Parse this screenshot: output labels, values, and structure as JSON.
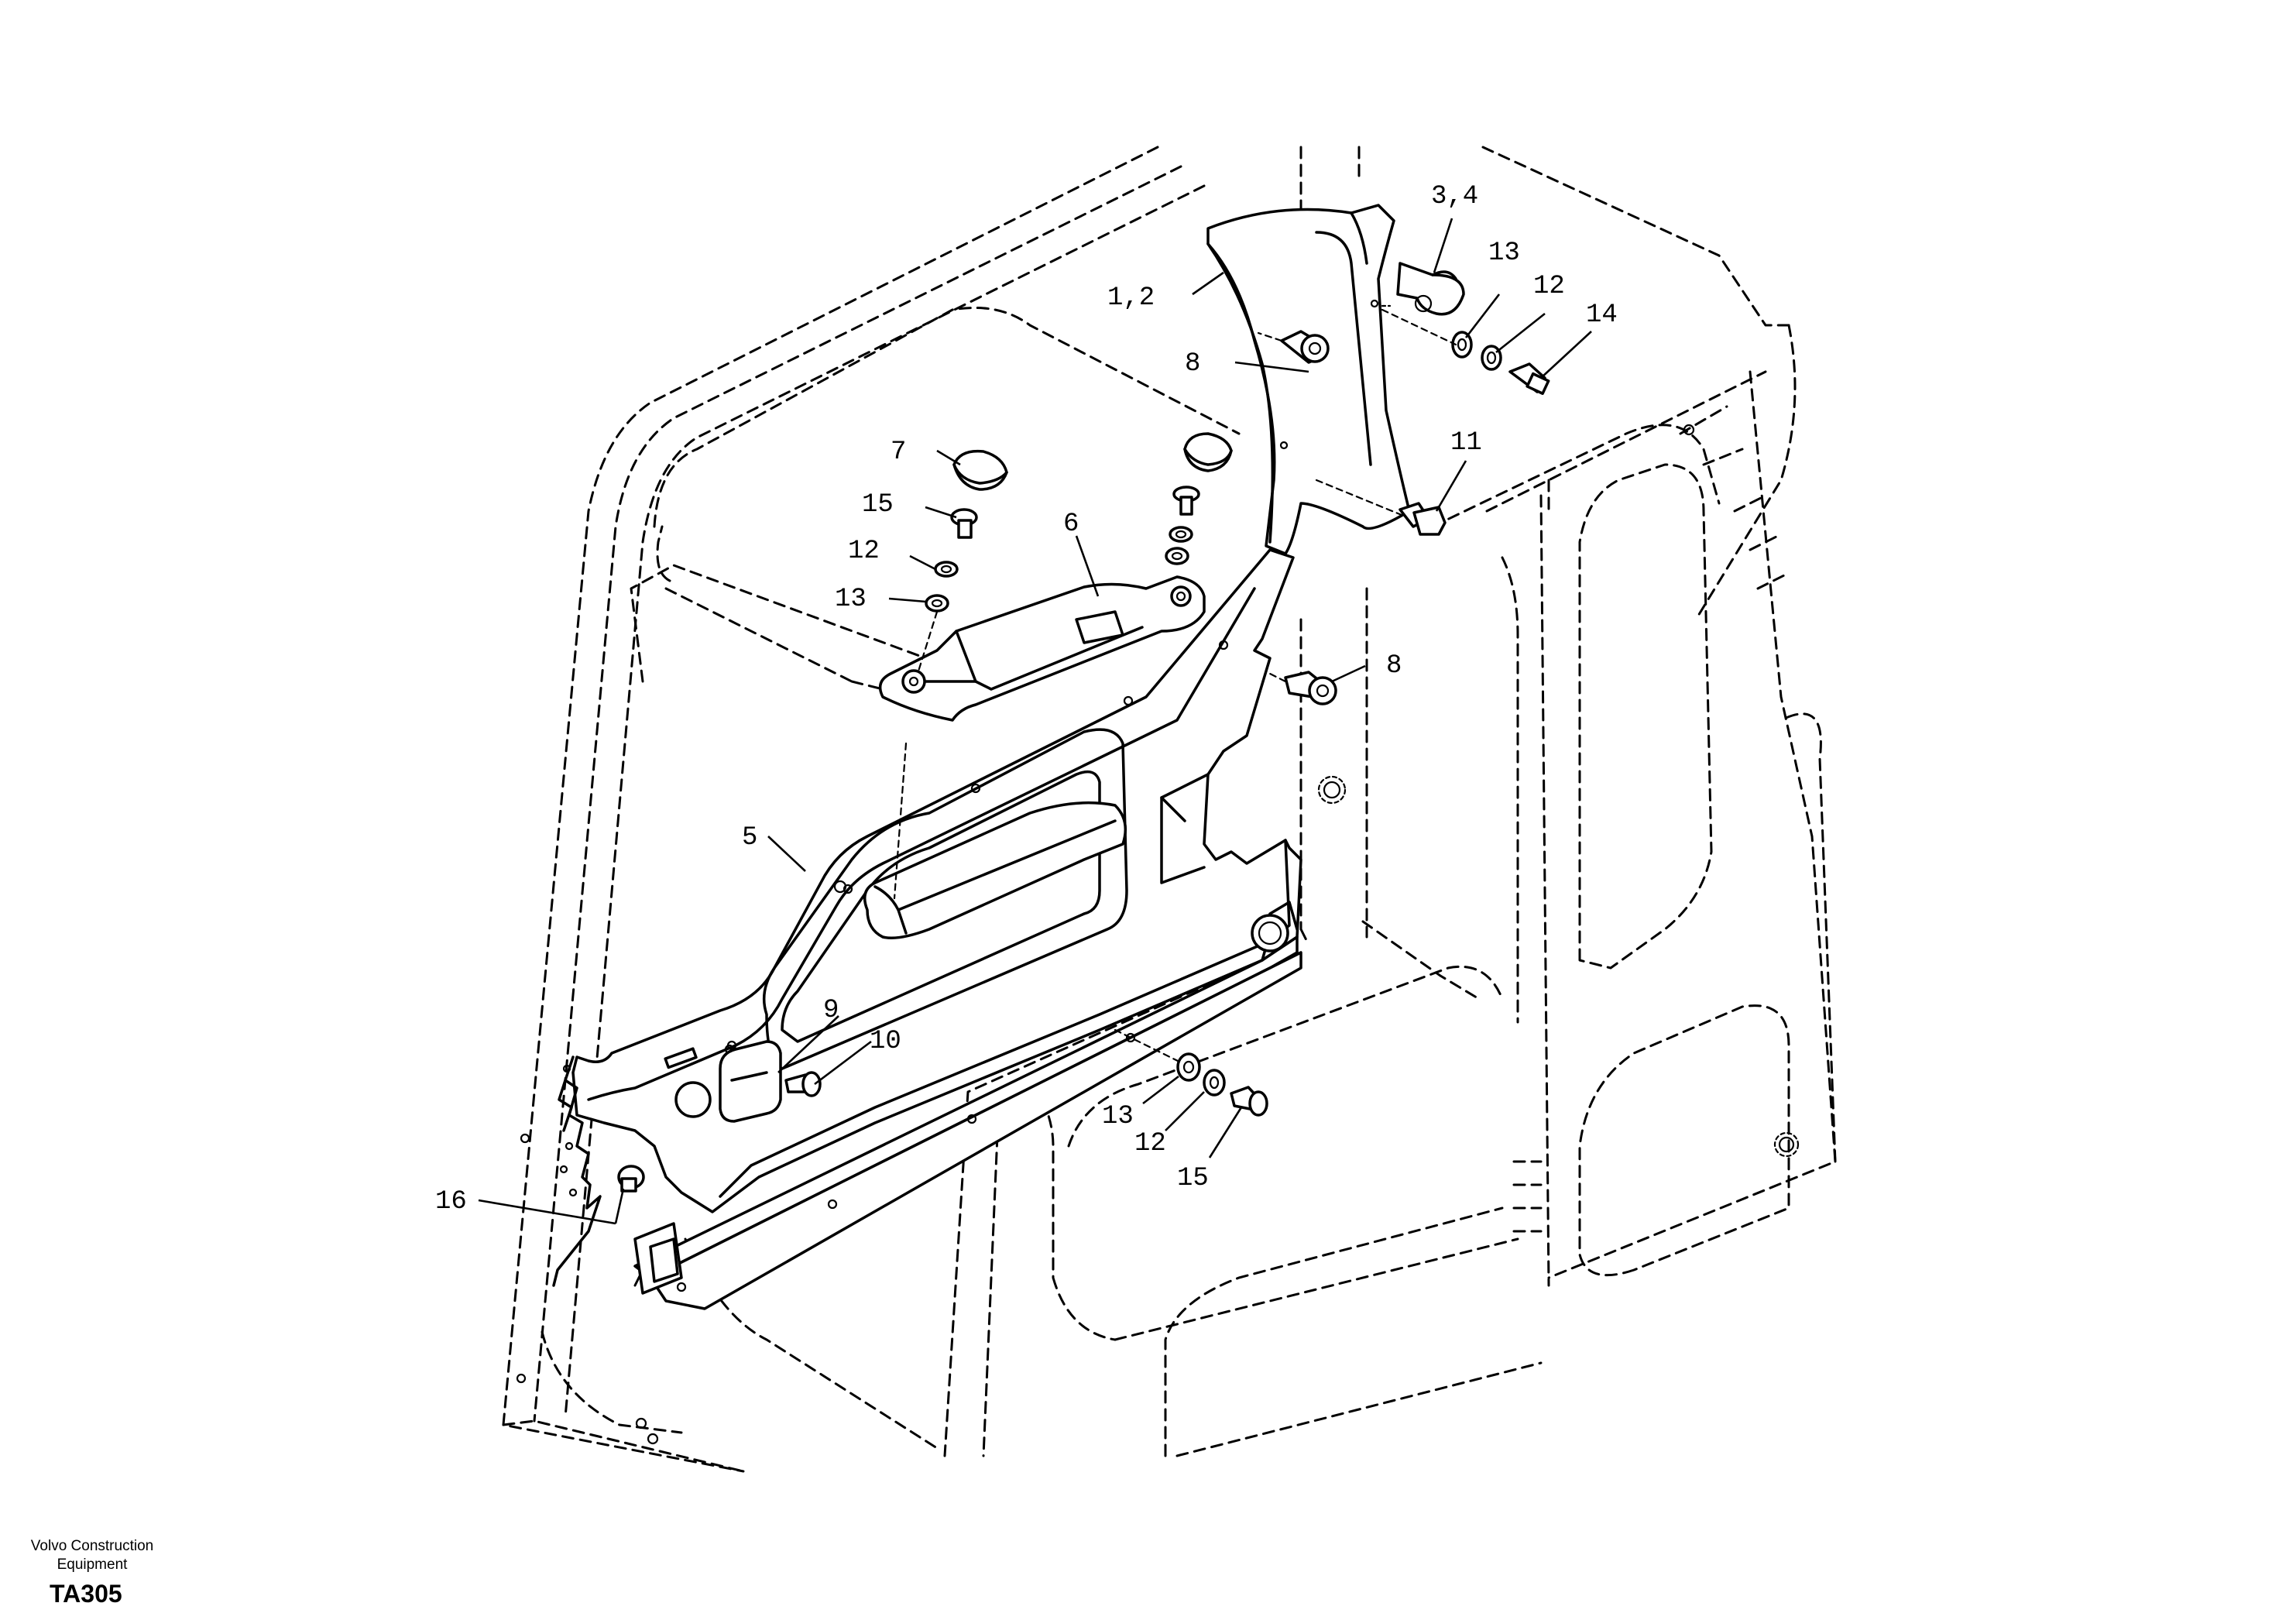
{
  "callouts": {
    "c34": "3,4",
    "c12a": "1,2",
    "c13a": "13",
    "c12b": "12",
    "c14": "14",
    "c8a": "8",
    "c11": "11",
    "c7": "7",
    "c15a": "15",
    "c12c": "12",
    "c6": "6",
    "c13b": "13",
    "c8b": "8",
    "c5": "5",
    "c9": "9",
    "c10": "10",
    "c13c": "13",
    "c12d": "12",
    "c15b": "15",
    "c16": "16"
  },
  "footer": {
    "company": "Volvo Construction Equipment",
    "code": "TA305"
  }
}
